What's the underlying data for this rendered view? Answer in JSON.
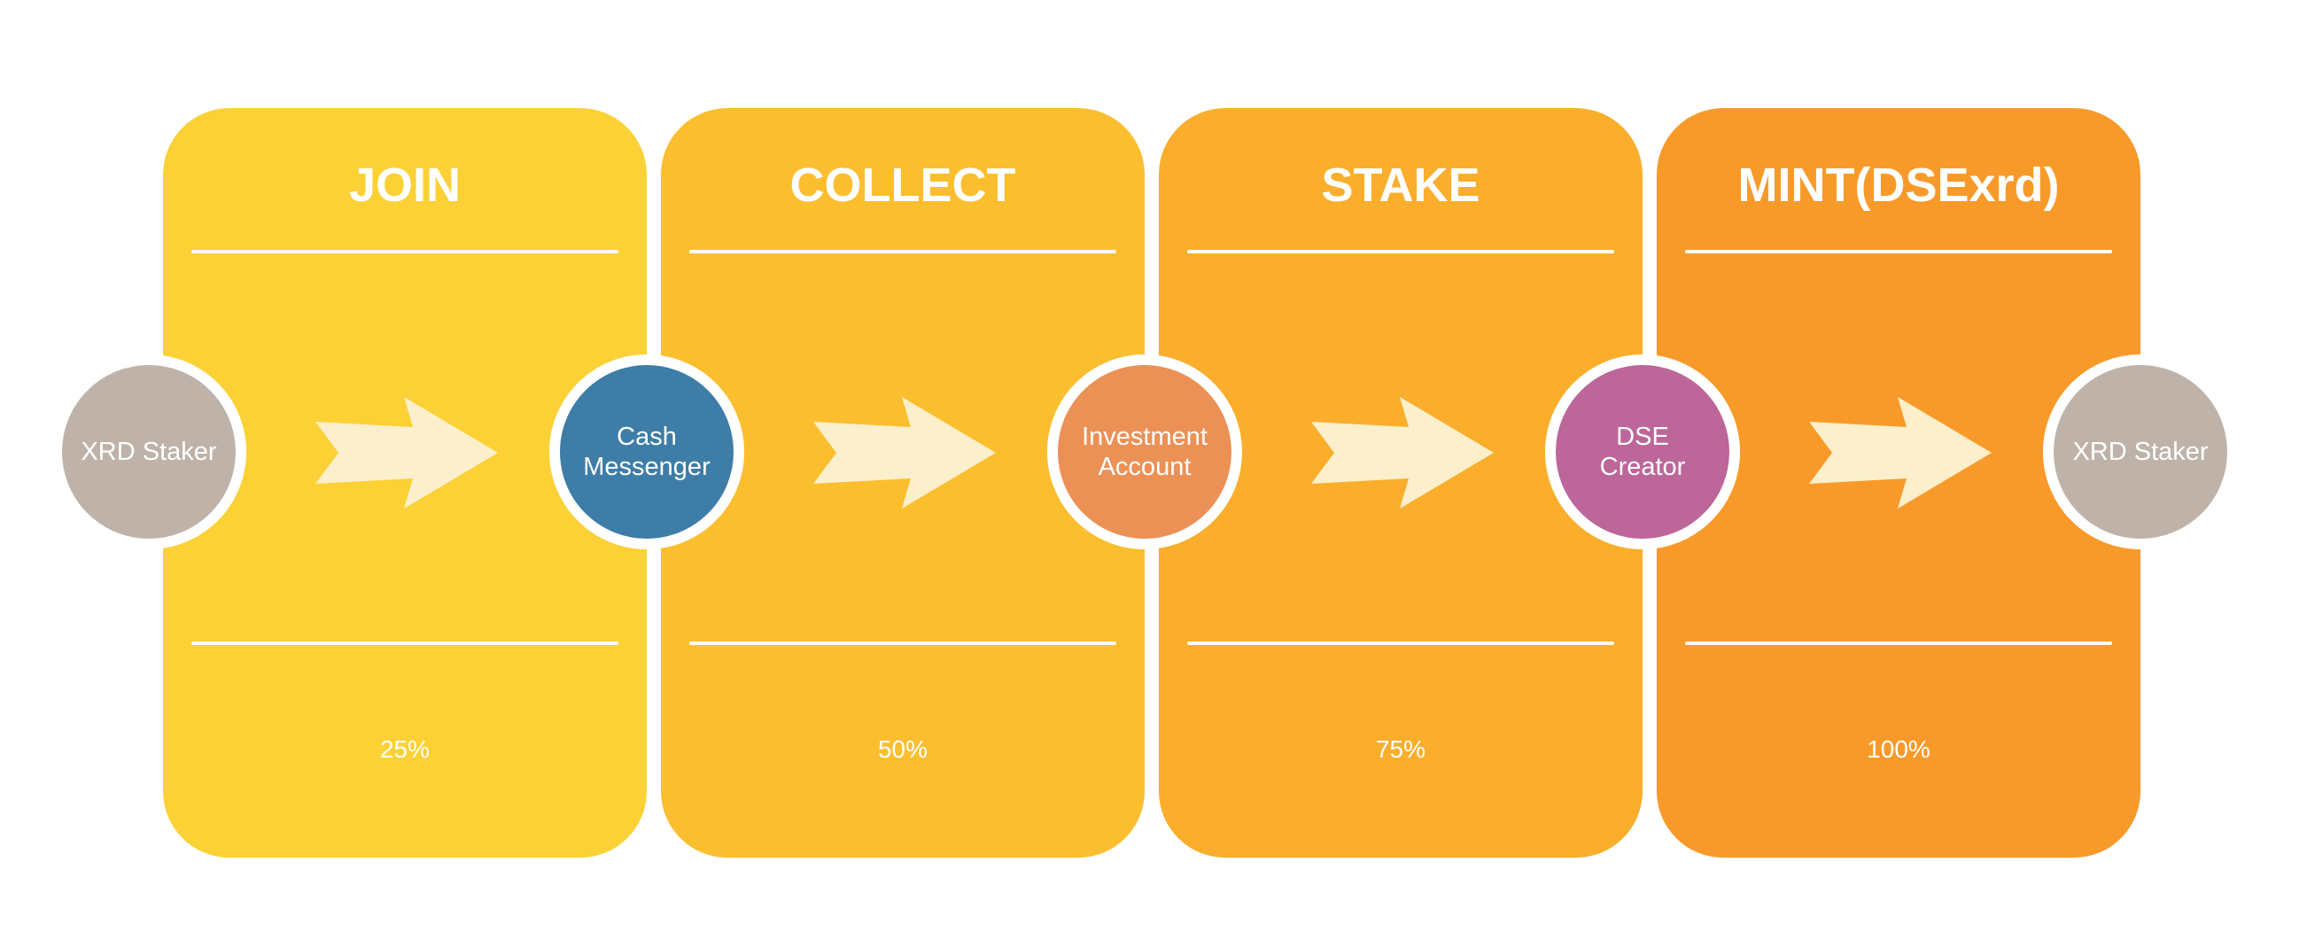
{
  "stages": [
    {
      "title": "JOIN",
      "percent": "25%",
      "color": "#FBD136"
    },
    {
      "title": "COLLECT",
      "percent": "50%",
      "color": "#FBBE2E"
    },
    {
      "title": "STAKE",
      "percent": "75%",
      "color": "#FAAE2C"
    },
    {
      "title": "MINT(DSExrd)",
      "percent": "100%",
      "color": "#F89A2A"
    }
  ],
  "nodes": [
    {
      "label": "XRD Staker",
      "color": "#BFB3A9"
    },
    {
      "label": "Cash Messenger",
      "color": "#3D7DA8"
    },
    {
      "label": "Investment\nAccount",
      "color": "#EC9156"
    },
    {
      "label": "DSE\nCreator",
      "color": "#BC6699"
    },
    {
      "label": "XRD Staker",
      "color": "#BFB3A9"
    }
  ],
  "arrow_color": "#FCEFCB"
}
